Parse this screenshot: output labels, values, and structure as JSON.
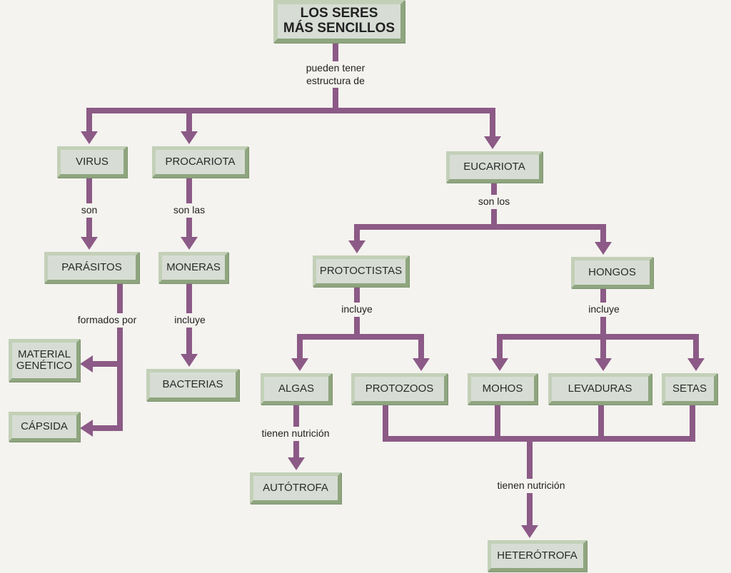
{
  "title": {
    "line1": "LOS SERES",
    "line2": "MÁS SENCILLOS"
  },
  "nodes": {
    "virus": "VIRUS",
    "procariota": "PROCARIOTA",
    "eucariota": "EUCARIOTA",
    "parasitos": "PARÁSITOS",
    "moneras": "MONERAS",
    "protoctistas": "PROTOCTISTAS",
    "hongos": "HONGOS",
    "material_line1": "MATERIAL",
    "material_line2": "GENÉTICO",
    "capsida": "CÁPSIDA",
    "bacterias": "BACTERIAS",
    "algas": "ALGAS",
    "protozoos": "PROTOZOOS",
    "mohos": "MOHOS",
    "levaduras": "LEVADURAS",
    "setas": "SETAS",
    "autotrofa": "AUTÓTROFA",
    "heterotrofa": "HETERÓTROFA"
  },
  "links": {
    "pueden_line1": "pueden tener",
    "pueden_line2": "estructura de",
    "son": "son",
    "son_las": "son las",
    "son_los": "son los",
    "formados_por": "formados por",
    "incluye_moneras": "incluye",
    "incluye_protoctistas": "incluye",
    "incluye_hongos": "incluye",
    "nutricion_algas": "tienen nutrición",
    "nutricion_hetero": "tienen nutrición"
  },
  "colors": {
    "connector": "#8c5a86",
    "box_fill": "#d7ddd4",
    "box_border": "#8fa57f"
  }
}
